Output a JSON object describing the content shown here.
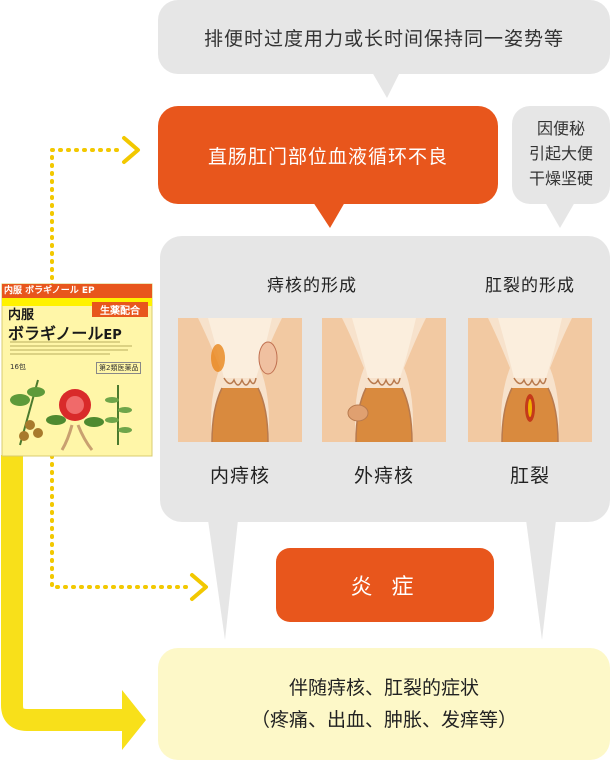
{
  "top_cause": "排便时过度用力或长时间保持同一姿势等",
  "orange_cause": "直肠肛门部位血液循环不良",
  "side_cause": {
    "lines": [
      "因便秘",
      "引起大便",
      "干燥坚硬"
    ]
  },
  "formation": {
    "hemorrhoid_title": "痔核的形成",
    "fissure_title": "肛裂的形成",
    "labels": [
      "内痔核",
      "外痔核",
      "肛裂"
    ]
  },
  "inflammation": "炎 症",
  "result": {
    "line1": "伴随痔核、肛裂的症状",
    "line2": "（疼痛、出血、肿胀、发痒等）"
  },
  "product": {
    "top_band": "内服 ボラギノール EP",
    "badge": "生薬配合",
    "name_small": "内服",
    "name_main": "ボラギノール",
    "name_suffix": "EP",
    "count": "16包",
    "category": "第2類医薬品"
  },
  "colors": {
    "gray_bubble": "#e6e6e6",
    "orange": "#e8561c",
    "yellow_arrow": "#f8e01a",
    "cream": "#fdf8c8",
    "dotted": "#f2c800"
  }
}
